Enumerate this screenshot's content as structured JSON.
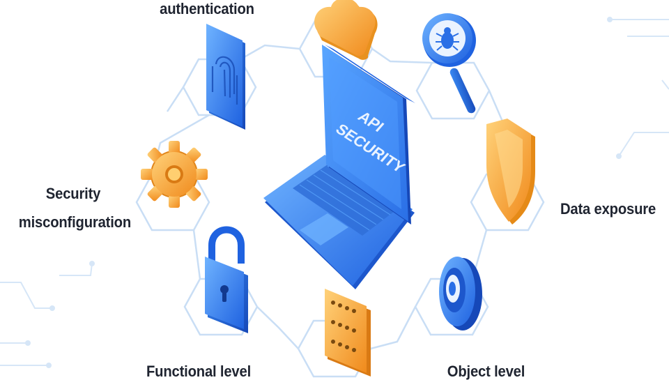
{
  "diagram": {
    "center": {
      "screen_text_line1": "API",
      "screen_text_line2": "SECURITY"
    },
    "labels": {
      "authentication": "authentication",
      "security_misconfiguration_line1": "Security",
      "security_misconfiguration_line2": "misconfiguration",
      "data_exposure": "Data exposure",
      "functional_level": "Functional level",
      "object_level": "Object level"
    },
    "icons": {
      "fingerprint": "fingerprint-icon",
      "cloud": "cloud-icon",
      "bug_search": "bug-magnifier-icon",
      "shield": "shield-icon",
      "gear": "gear-icon",
      "padlock": "padlock-icon",
      "password": "password-field-icon",
      "safe_dial": "safe-dial-icon",
      "laptop": "laptop-icon"
    },
    "colors": {
      "accent_blue": "#2f7df0",
      "accent_orange": "#f5a623",
      "hex_line": "#c9def5",
      "text": "#1f2430"
    }
  }
}
